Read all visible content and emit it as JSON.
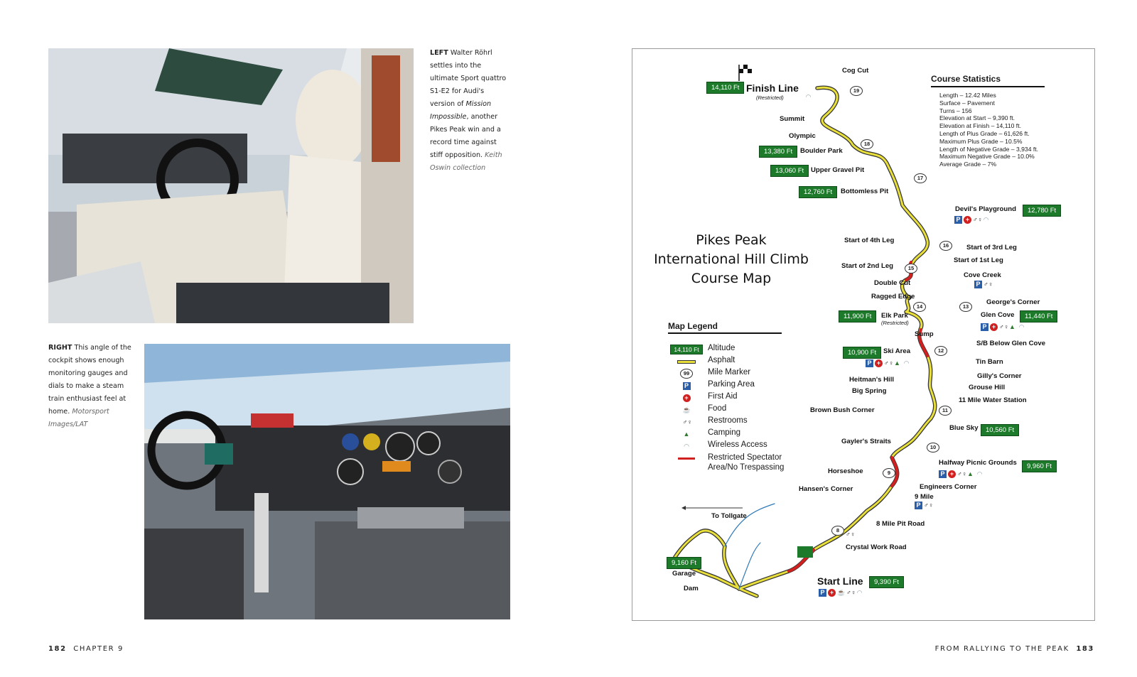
{
  "left_page": {
    "caption_top": {
      "lead": "LEFT",
      "text": "Walter Röhrl settles into the ultimate Sport quattro S1-E2 for Audi's version of",
      "italic": "Mission Impossible",
      "text2": ", another Pikes Peak win and a record time against stiff opposition.",
      "credit": "Keith Oswin collection"
    },
    "caption_bottom": {
      "lead": "RIGHT",
      "text": "This angle of the cockpit shows enough monitoring gauges and dials to make a steam train enthusiast feel at home.",
      "credit": "Motorsport Images/LAT"
    },
    "folio": {
      "page": "182",
      "chapter": "CHAPTER 9"
    }
  },
  "right_page": {
    "folio": {
      "title": "FROM RALLYING TO THE PEAK",
      "page": "183"
    },
    "map": {
      "title_lines": [
        "Pikes Peak",
        "International Hill Climb",
        "Course Map"
      ],
      "stats_heading": "Course Statistics",
      "stats": [
        "Length – 12.42 Miles",
        "Surface – Pavement",
        "Turns – 156",
        "Elevation at Start – 9,390 ft.",
        "Elevation at Finish – 14,110 ft.",
        "Length of Plus Grade – 61,626 ft.",
        "Maximum Plus Grade – 10.5%",
        "Length of Negative Grade – 3,934 ft.",
        "Maximum Negative Grade – 10.0%",
        "Average Grade – 7%"
      ],
      "legend_heading": "Map Legend",
      "legend": {
        "altitude_badge": "14,110 Ft",
        "mile_marker_sample": "99",
        "altitude": "Altitude",
        "asphalt": "Asphalt",
        "mile_marker": "Mile Marker",
        "parking": "Parking Area",
        "first_aid": "First Aid",
        "food": "Food",
        "restrooms": "Restrooms",
        "camping": "Camping",
        "wireless": "Wireless Access",
        "restricted_1": "Restricted Spectator",
        "restricted_2": "Area/No Trespassing"
      },
      "badges": {
        "finish": "14,110 Ft",
        "boulder": "13,380 Ft",
        "gravel": "13,060 Ft",
        "bottomless": "12,760 Ft",
        "devils": "12,780 Ft",
        "elk": "11,900 Ft",
        "glen": "11,440 Ft",
        "ski": "10,900 Ft",
        "bluesky": "10,560 Ft",
        "halfway": "9,960 Ft",
        "garage": "9,160 Ft",
        "start": "9,390 Ft"
      },
      "labels": {
        "cog_cut": "Cog Cut",
        "finish_line": "Finish Line",
        "restricted": "(Restricted)",
        "summit": "Summit",
        "olympic": "Olympic",
        "boulder_park": "Boulder Park",
        "upper_gravel": "Upper Gravel Pit",
        "bottomless_pit": "Bottomless Pit",
        "devils_playground": "Devil's Playground",
        "start_4th": "Start of 4th Leg",
        "start_3rd": "Start of 3rd Leg",
        "start_1st": "Start of 1st Leg",
        "start_2nd": "Start of 2nd Leg",
        "cove_creek": "Cove Creek",
        "double_cut": "Double Cut",
        "ragged_edge": "Ragged Edge",
        "georges_corner": "George's Corner",
        "elk_park": "Elk Park",
        "elk_restricted": "(Restricted)",
        "glen_cove": "Glen Cove",
        "sump": "Sump",
        "sb_below": "S/B Below Glen Cove",
        "ski_area": "Ski Area",
        "tin_barn": "Tin Barn",
        "heitmans": "Heitman's Hill",
        "gillys": "Gilly's Corner",
        "big_spring": "Big Spring",
        "grouse_hill": "Grouse Hill",
        "eleven_mile": "11 Mile Water Station",
        "brown_bush": "Brown Bush Corner",
        "blue_sky": "Blue Sky",
        "gaylers": "Gayler's Straits",
        "halfway_picnic": "Halfway Picnic Grounds",
        "horseshoe": "Horseshoe",
        "engineers": "Engineers Corner",
        "hansens": "Hansen's Corner",
        "nine_mile": "9 Mile",
        "to_tollgate": "To Tollgate",
        "eight_mile": "8 Mile Pit Road",
        "crystal": "Crystal Work Road",
        "garage": "Garage",
        "dam": "Dam",
        "start_line": "Start Line"
      },
      "mile_markers": [
        "19",
        "18",
        "17",
        "16",
        "15",
        "14",
        "13",
        "12",
        "11",
        "10",
        "9",
        "8"
      ],
      "colors": {
        "altitude_green": "#1d7a2a",
        "asphalt_yellow": "#e8df3a",
        "restricted_red": "#d0201f",
        "parking_blue": "#2a5ea8"
      }
    }
  }
}
